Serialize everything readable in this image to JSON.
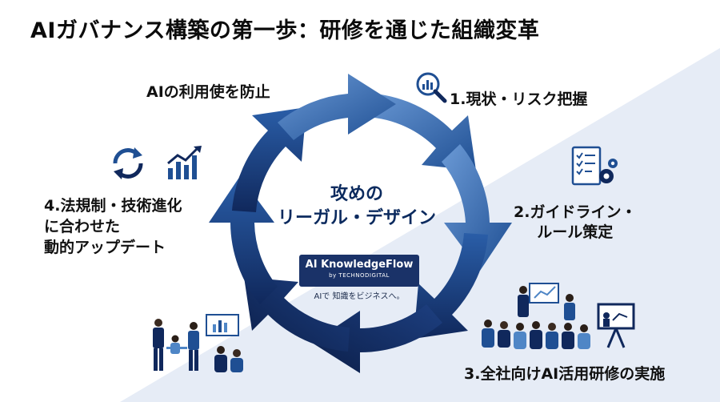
{
  "title": "AIガバナンス構築の第一歩：研修を通じた組織変革",
  "steps": {
    "step1": "1.現状・リスク把握",
    "prevent": "AIの利用使を防止",
    "step2_line1": "2.ガイドライン・",
    "step2_line2": "ルール策定",
    "step3": "3.全社向けAI活用研修の実施",
    "step4_line1": "4.法規制・技術進化",
    "step4_line2": "に合わせた",
    "step4_line3": "動的アップデート"
  },
  "center": {
    "line1": "攻めの",
    "line2": "リーガル・デザイン"
  },
  "logo": {
    "name": "AI KnowledgeFlow",
    "by": "by TECHNODIGITAL",
    "tagline": "AIで 知識をビジネスへ。"
  },
  "colors": {
    "navy": "#10285c",
    "blue": "#1f4f93",
    "light_blue": "#4f86c6",
    "pale_blue": "#e3eaf5"
  },
  "icons": [
    "magnifier-chart-icon",
    "checklist-gear-icon",
    "refresh-icon",
    "bar-chart-up-icon"
  ]
}
